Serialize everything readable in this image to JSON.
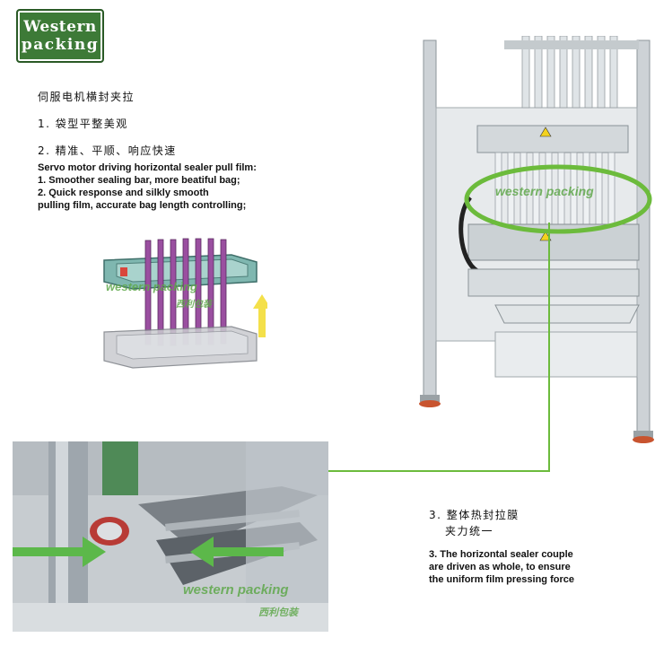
{
  "logo": {
    "line1": "Western",
    "line2": "packing"
  },
  "left_text": {
    "heading_cn": "伺服电机横封夹拉",
    "item1_cn": "1. 袋型平整美观",
    "item2_cn": "2. 精准、平顺、响应快速",
    "en_line1": "Servo motor driving horizontal sealer pull film:",
    "en_line2": "1.  Smoother sealing bar, more beatiful bag;",
    "en_line3": "2.  Quick response and silkly smooth",
    "en_line4": "pulling film,  accurate bag length controlling;"
  },
  "right_text": {
    "item3_cn_line1": "3. 整体热封拉膜",
    "item3_cn_line2": "夹力统一",
    "en_line1": "3.  The horizontal sealer couple",
    "en_line2": "are driven as whole, to ensure",
    "en_line3": "the uniform  film pressing force"
  },
  "watermarks": {
    "en": "western packing",
    "cn": "西利包装"
  },
  "colors": {
    "brand_green": "#3d7a37",
    "highlight_green": "#6cbb3c",
    "arrow_yellow": "#f4e04a"
  }
}
